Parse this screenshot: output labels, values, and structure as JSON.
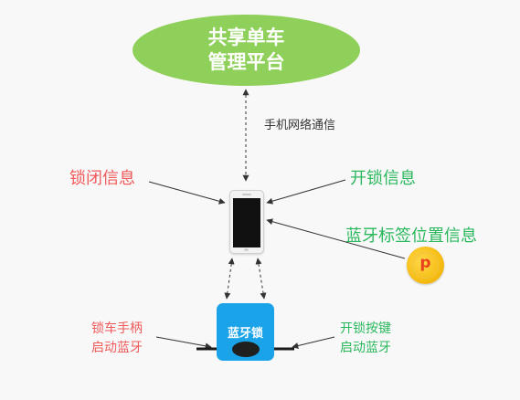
{
  "platform": {
    "line1": "共享单车",
    "line2": "管理平台"
  },
  "network_label": "手机网络通信",
  "labels": {
    "lock_closed_info": "锁闭信息",
    "unlock_info": "开锁信息",
    "beacon_location_info": "蓝牙标签位置信息",
    "handle_line1": "锁车手柄",
    "handle_line2": "启动蓝牙",
    "button_line1": "开锁按键",
    "button_line2": "启动蓝牙"
  },
  "bluetooth_lock": {
    "label": "蓝牙锁"
  },
  "beacon_coin": {
    "glyph": "p"
  },
  "colors": {
    "platform": "#8ed05a",
    "red_text": "#ef5a5a",
    "green_text": "#2bb85d",
    "lock": "#1aa3e8",
    "coin": "#f6bd14"
  },
  "icons": [
    "phone-icon",
    "bluetooth-lock-icon",
    "beacon-coin-icon"
  ]
}
